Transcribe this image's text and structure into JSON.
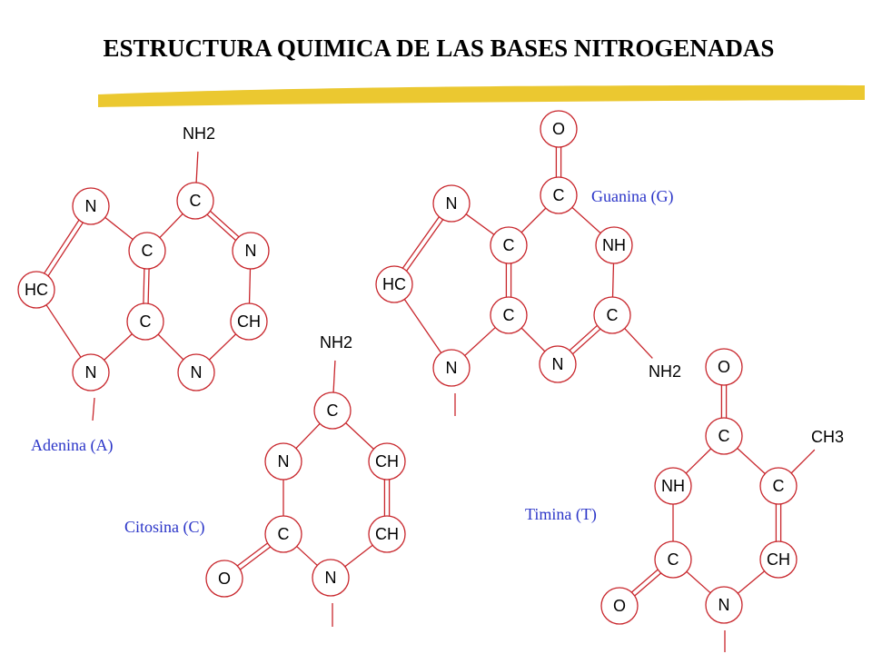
{
  "title": "ESTRUCTURA QUIMICA DE LAS BASES NITROGENADAS",
  "colors": {
    "bond": "#c8262c",
    "label": "#2b35c8",
    "highlighter": "#e9c21a",
    "text": "#000000"
  },
  "molecules": [
    {
      "key": "adenina",
      "name": "Adenina (A)",
      "atoms": [
        "NH2",
        "C",
        "N",
        "C",
        "N",
        "HC",
        "C",
        "CH",
        "N",
        "N"
      ]
    },
    {
      "key": "guanina",
      "name": "Guanina (G)",
      "atoms": [
        "O",
        "C",
        "N",
        "C",
        "NH",
        "HC",
        "C",
        "C",
        "N",
        "N",
        "NH2"
      ]
    },
    {
      "key": "citosina",
      "name": "Citosina (C)",
      "atoms": [
        "NH2",
        "C",
        "N",
        "CH",
        "C",
        "CH",
        "O",
        "N"
      ]
    },
    {
      "key": "timina",
      "name": "Timina (T)",
      "atoms": [
        "O",
        "C",
        "CH3",
        "NH",
        "C",
        "C",
        "CH",
        "O",
        "N"
      ]
    }
  ]
}
